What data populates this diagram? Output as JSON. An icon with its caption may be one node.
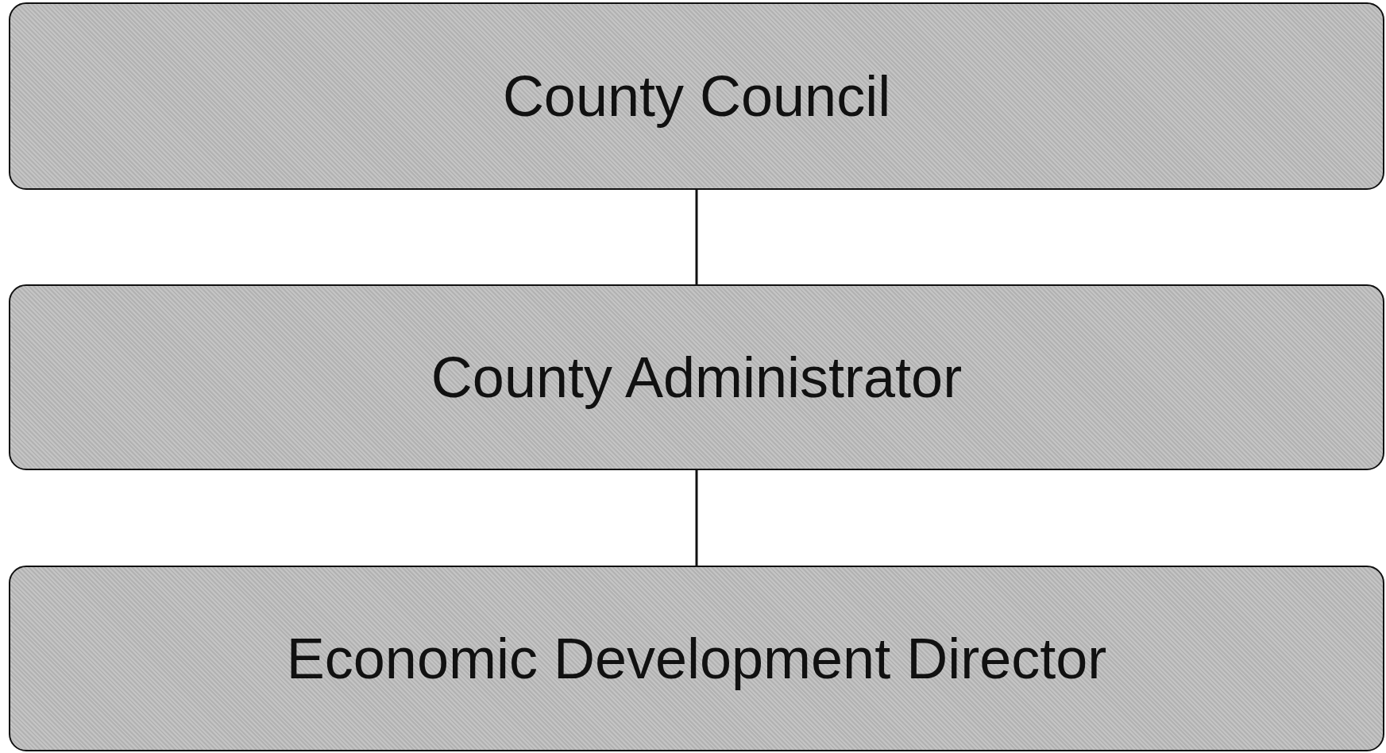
{
  "diagram": {
    "nodes": [
      {
        "text": [
          "County Council"
        ]
      },
      {
        "text": [
          "County Administrator"
        ]
      },
      {
        "text": [
          "Economic Development Director"
        ]
      }
    ],
    "edges": [
      {
        "from": 0,
        "to": 1,
        "arrow": "none"
      },
      {
        "from": 1,
        "to": 2,
        "arrow": "none"
      }
    ]
  }
}
